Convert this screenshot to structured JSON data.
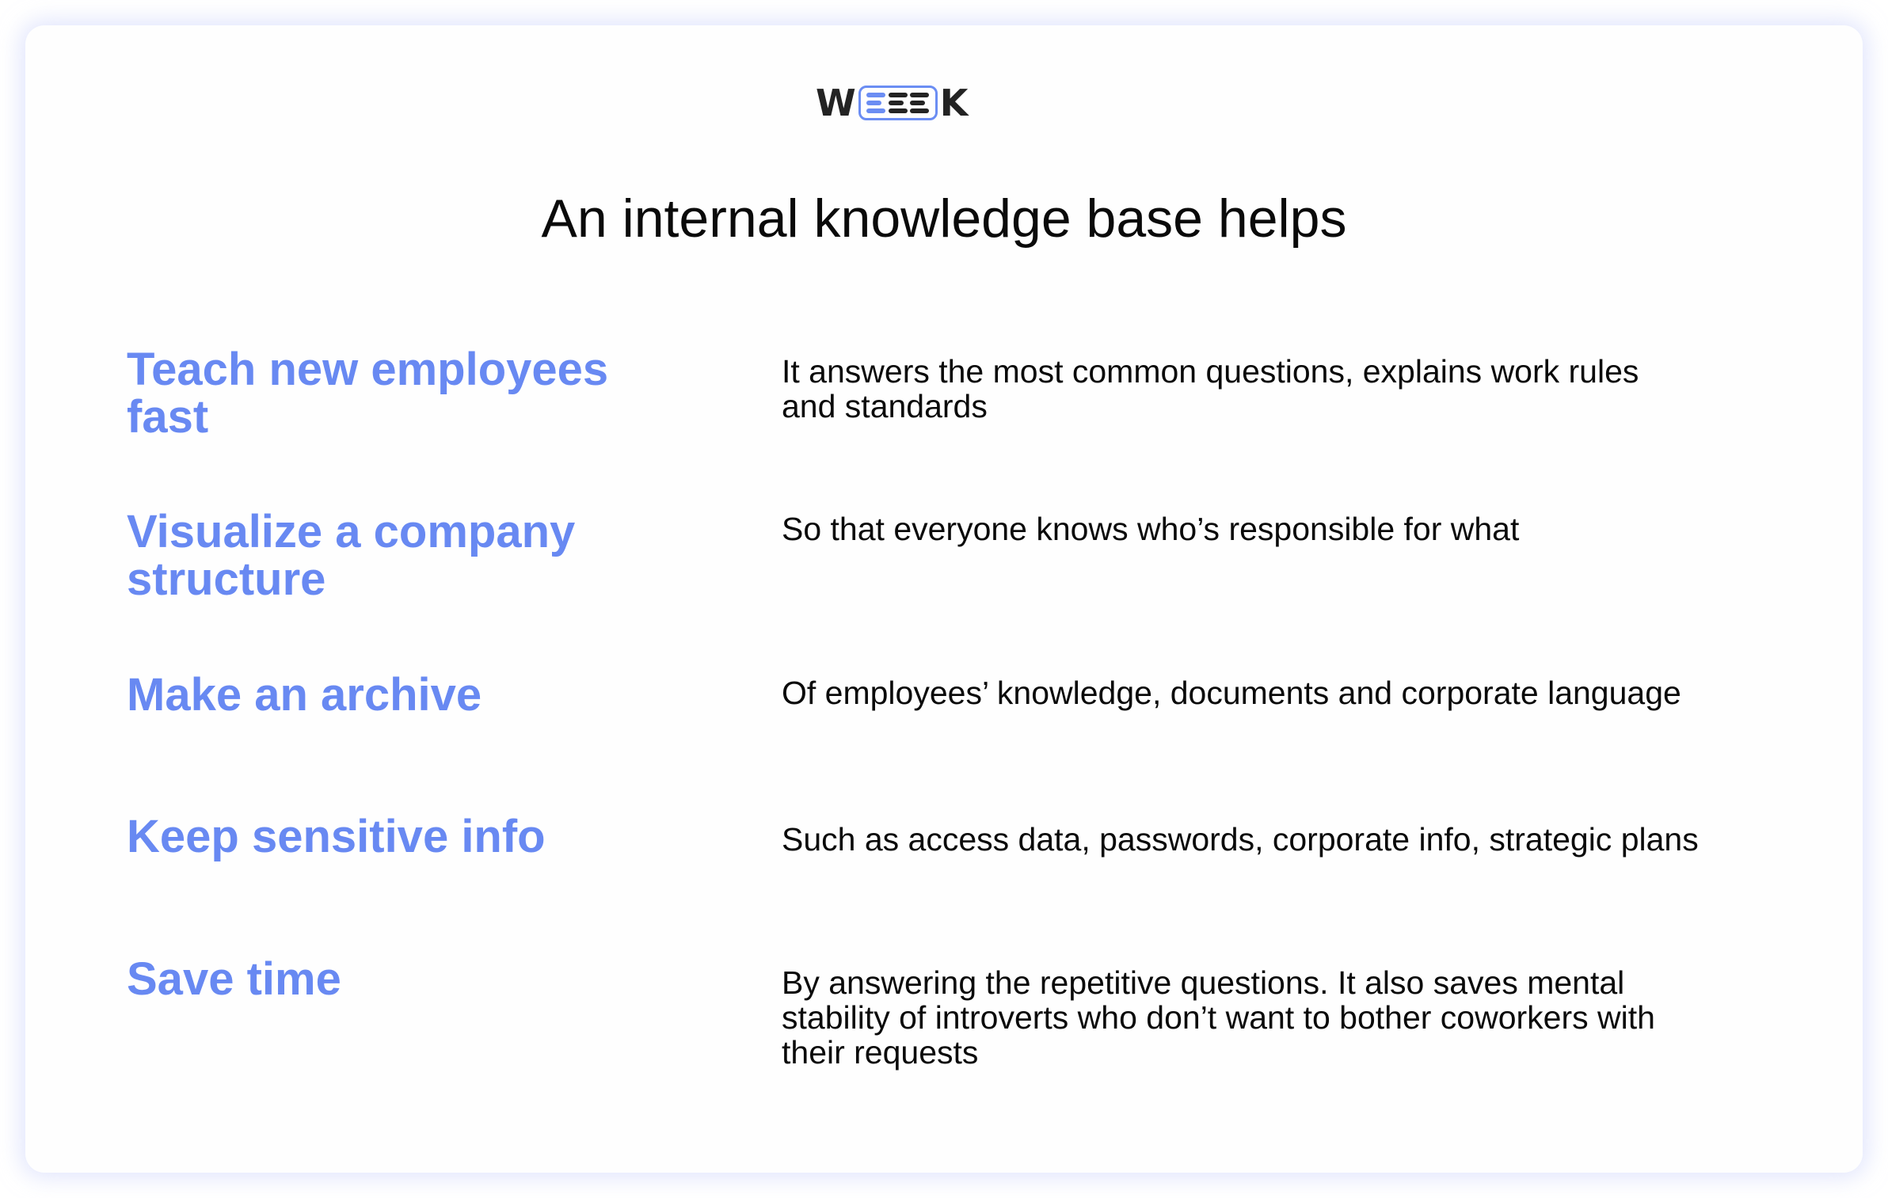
{
  "logo": {
    "prefix": "W",
    "suffix": "K",
    "brand_name": "WEEEK",
    "accent_color": "#6b8df3",
    "dark_color": "#232323"
  },
  "title": "An internal knowledge base helps",
  "colors": {
    "heading": "#6889f2",
    "text": "#0a0a0a",
    "background": "#fefefe"
  },
  "rows": [
    {
      "heading_lines": [
        "Teach new employees",
        "fast"
      ],
      "heading": "Teach new employees fast",
      "description": "It answers the most common questions, explains work rules and standards",
      "description_lines": [
        "It answers the most common questions, explains work rules",
        "and standards"
      ]
    },
    {
      "heading_lines": [
        "Visualize a company",
        "structure"
      ],
      "heading": "Visualize a company structure",
      "description": "So that everyone knows who’s responsible for what",
      "description_lines": [
        "So that everyone knows who’s responsible for what"
      ]
    },
    {
      "heading_lines": [
        "Make an archive"
      ],
      "heading": "Make an archive",
      "description": "Of employees’ knowledge, documents and corporate language",
      "description_lines": [
        "Of employees’ knowledge, documents and corporate language"
      ]
    },
    {
      "heading_lines": [
        "Keep sensitive info"
      ],
      "heading": "Keep sensitive info",
      "description": "Such as access data, passwords, corporate info, strategic plans",
      "description_lines": [
        "Such as access data, passwords, corporate info, strategic plans"
      ]
    },
    {
      "heading_lines": [
        "Save time"
      ],
      "heading": "Save time",
      "description": "By answering the repetitive questions. It also saves mental stability of introverts who don’t want to bother coworkers with their requests",
      "description_lines": [
        "By answering the repetitive questions. It also saves mental",
        "stability of introverts who don’t want to bother coworkers with",
        "their requests"
      ]
    }
  ]
}
